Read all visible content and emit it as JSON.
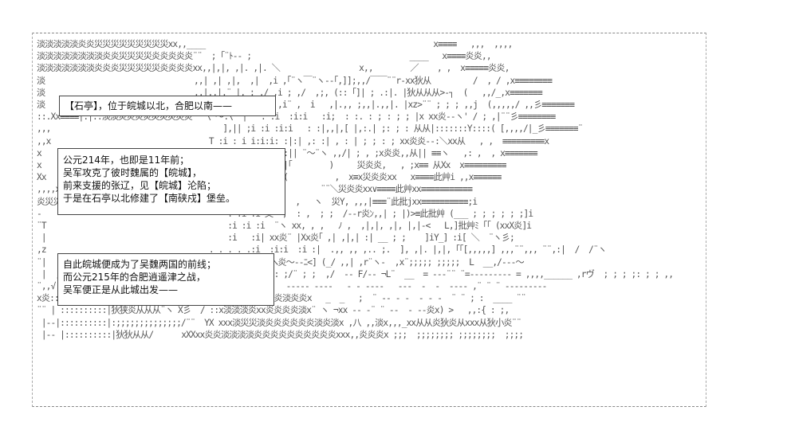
{
  "art_lines": [
    "淡淡淡淡淡炎炎災災災災災災災災災xx,,____                                                 x≡≡≡≡   ,,,  ,,,,",
    "淡淡淡淡淡淡淡淡炎炎災災災災炎炎炎炎炎¨¨  ; ｢¨ﾄ-- ;                                  ____   x≡≡≡≡炎炎,,",
    "淡淡淡淡淡淡淡炎炎炎災災災災災炎炎炎炎xx,,|,|, ,|. ,|. ＼                 x,,        ／    , ,  x≡≡≡≡≡炎炎,",
    "淡                                ,,| ,| ,|,  ,|  ,i ,｢¨ヽ￣¨ヽ--｢,]];,,/￣￣¨¨r-xx狄从         /  , / ,x≡≡≡≡≡≡≡≡",
    "淡                                ,,|,,|,¨ |, ; ,/ ,i ; ,/  ,;, (:: ｢]| ; .:|. |狄从从从>-┐  (   ,,/_,x≡≡≡≡≡≡≡",
    "淡                                /,,|,,,|;/¨¨  ,i  ,i¨ ,  i   ,|.,, ;,,|.,,|. |xz>¨¨ ; ; ; ,,j  (,,,,,/ ,,彡≡≡≡≡≡≡≡",
    "::.Xx≡≡≡≡|:|::淡淡炎炎炎炎災災災災炎  ¨\\¨〜.\\  |¨  : :i  :i:i   :i;  : :. : ; : ; ; |x xx炎--ヽ' / ; ,|¨¨彡≡≡≡≡≡≡≡≡",
    ",,,                                     ],|| ;i :i :i:i   : :|,,|,[ |,:.| ;: ; : 从从|:::::::Y::::( [,,,,/|_彡≡≡≡≡≡≡≡¨",
    ",,x                                  T :i : i i:i:i: :|:| ,: :| , : | ; ; : ; xx炎炎--:＼xx从   , ,  ≡≡≡≡≡≡≡≡≡x",
    "x                                    : :i :i i;i;i ;|:|| ¨〜¨ヽ ,,/| ; , ;x炎炎,,从|| ≡≡ヽ   ,: ,  , x≡≡≡≡≡≡≡",
    "x                                    :i  :i i,i,i : :|｢        )     災炎炎,   , ;x≡≡ 从Xx  x≡≡≡≡≡≡≡≡≡",
    "Xx                                   :i :i :i i:i ¨¨ (          ,  x≡x災炎炎xx   x≡≡≡≡此艸i ,,x≡≡≡≡≡≡",
    ",,,,x                                 : :i :i :i i|          ¨¨＼災炎炎xx∨≡≡≡≡此艸xx≡≡≡≡≡≡≡≡≡≡≡",
    "炎災災7::::::::::|炎炎≡≡≡≡≡≡≡≡≡  ≡:  Y炎! :i :i :i |     ,   ヽ  災Y, ,,,|≡≡≡¨此批jxx≡≡≡≡≡≡≡≡≡≡;i",
    "-                                        : :i :i 乂  ,  : ,  ; ;  /--r炎ﾝ,,| ; |)>≡此批艸 (___ ; ; ; ; ; ;]i",
    "¨T                                       :i :i :i  ¨ヽ xx, , ,   ﾉ ,  ,|,|, ,|, |,|-<   L,]批艸ﾐ ｢｢ (xxX炎]i",
    " |                                       :i   :i| xx炎¨ |Xx炎｢ ,| ,|,| :| __ ; ;    ]iY_] :i[ ＼  ¨ヽ彡;",
    ",z                                   . . . . .:i  :i:i  :i :|  .,, ,, ,.. ;.  ], ,|. |,|, ｢｢[,,,,,] ,,,¨¨,,, ¨¨,:|  /  /¨ヽ",
    "¨|                                   ニニニ=- ,r¨〜へ炎〜--ﾆ<] (_/ ,,| ,r¨ヽ-  ,x¨;;;;; ;;;;;  L  __,/---〜",
    " |  ,√ :::::::::|    ,  . ,|xx.. |x,,,x¨¨xl::  :Y: : ;/¨ ; ;  ,/  -- F/-- ¬L¨  __  = ---¨¨ ¨=--------- = ,,,,______ ,rヴ  ; ; ; ;: ; ; ,,",
    "¨,,√:::::::::::|    ;,|,炎炎|从从从xx¨¨ヽ<≡≡x  - ,≡≡   ----- ----   - - ----   ---  -  -  ---- ,¨ ¨ ¨ ---------",
    "x炎::::::::::::|へ炎从从狄沁狄狄彡ﾍX¨ ／   x淡炎炎 炎炎炎淡炎炎x   _  _   ;  ¨ -- - -  - - -  ¨ ¨ ; :  ____ ¨¨",
    "¨¨ | ::::::::::|狄狭炎从从从¨ヽ X彡  / ::x淡淡淡炎xx炎炎炎炎淡x¨ ヽ ¬xx -- -¨ ¨ --  - --炎x) >   ,,:{ : ;,",
    " |--|::::::::::|:;;;;;;;;;;;;;;/¨¨  YX xxx淡災災淡炎炎炎炎炎炎淡炎淡x ,八 ,,淡x,,,_xx从从炎狄炎从xxx从狄小炎¨¨",
    " |-- |::::::::::|狄狄从从/      xXXxx炎炎淡淡淡淡炎炎炎炎炎炎炎炎炎炎xxx,,炎炎炎x ;;;  ;;;;;;;; ;;;;;;;;  ;;;;"
  ],
  "captions": {
    "box1": [
      "【石亭】，位于皖城以北，合肥以南——"
    ],
    "box2": [
      "公元214年，也即是11年前；",
      "吴军攻克了彼时魏属的【皖城】，",
      "前来支援的张辽，见【皖城】沦陷；",
      "于是在石亭以北修建了【南硖戍】堡垒。"
    ],
    "box3": [
      "自此皖城便成为了吴魏两国的前线；",
      "而公元215年的合肥逍遥津之战，",
      "吴军便正是从此城出发——"
    ]
  }
}
